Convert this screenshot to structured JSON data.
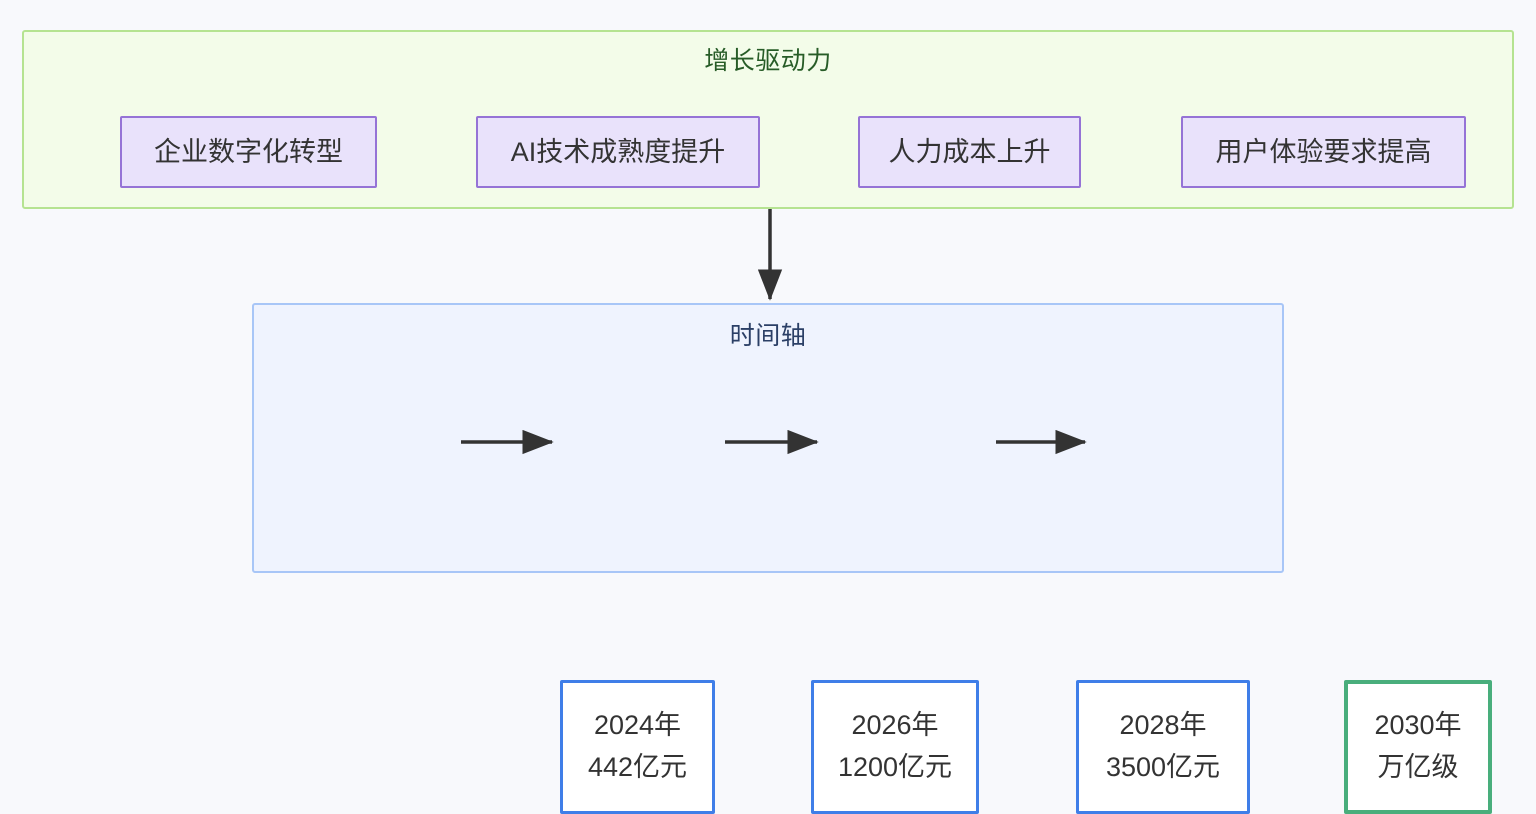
{
  "page": {
    "background": "#f8f9fc"
  },
  "drivers_group": {
    "title": "增长驱动力",
    "title_color": "#275c27",
    "border_color": "#b5e391",
    "background": "#f3fce9",
    "items": [
      {
        "label": "企业数字化转型"
      },
      {
        "label": "AI技术成熟度提升"
      },
      {
        "label": "人力成本上升"
      },
      {
        "label": "用户体验要求提高"
      }
    ]
  },
  "timeline_group": {
    "title": "时间轴",
    "title_color": "#2b3f66",
    "border_color": "#a8c6f7",
    "background": "#eff3fe",
    "stages": [
      {
        "year": "2024年",
        "value": "442亿元",
        "accent": "#3f7ee8",
        "highlight": false
      },
      {
        "year": "2026年",
        "value": "1200亿元",
        "accent": "#3f7ee8",
        "highlight": false
      },
      {
        "year": "2028年",
        "value": "3500亿元",
        "accent": "#3f7ee8",
        "highlight": false
      },
      {
        "year": "2030年",
        "value": "万亿级",
        "accent": "#49ae7c",
        "highlight": true
      }
    ]
  },
  "connectors": {
    "color": "#333333",
    "drivers_to_timeline": "增长驱动力 → 时间轴",
    "stage_flow": [
      "2024年 → 2026年",
      "2026年 → 2028年",
      "2028年 → 2030年"
    ]
  }
}
